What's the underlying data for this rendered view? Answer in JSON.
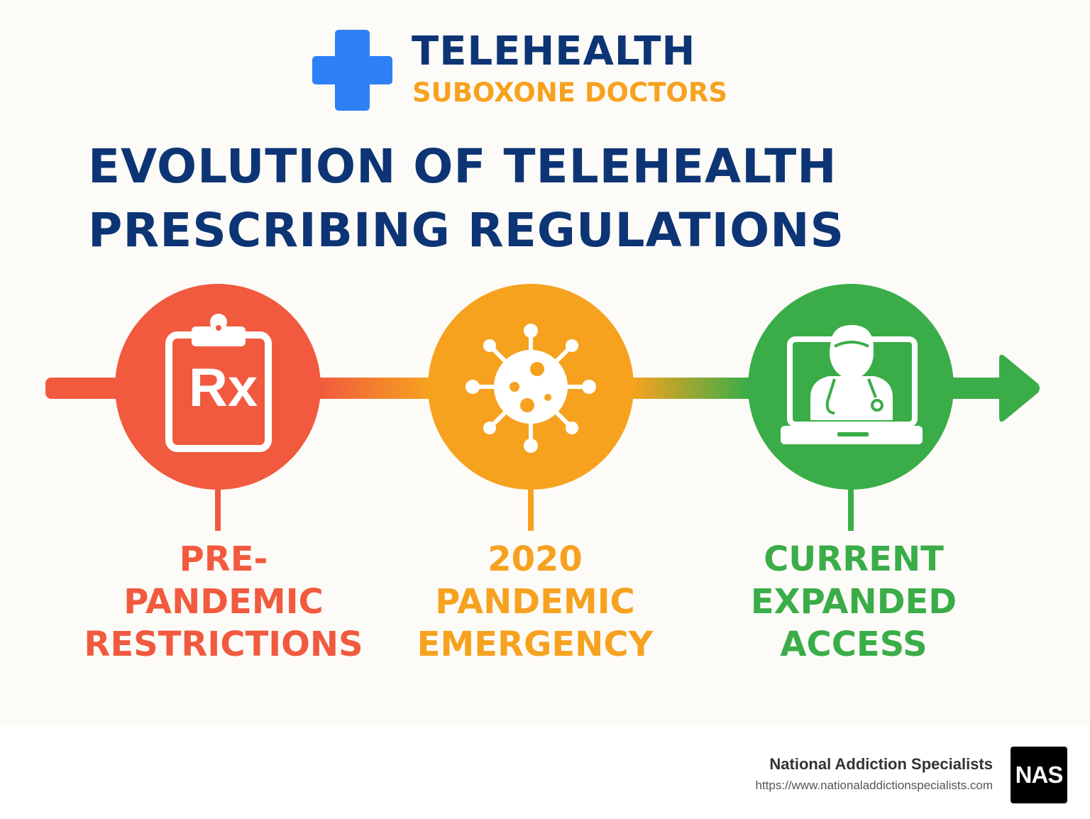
{
  "brand": {
    "title": "TELEHEALTH",
    "subtitle": "SUBOXONE DOCTORS",
    "cross_color": "#2f80f5"
  },
  "headline": {
    "line1": "EVOLUTION OF TELEHEALTH",
    "line2": "PRESCRIBING REGULATIONS"
  },
  "timeline": {
    "stages": [
      {
        "label_lines": [
          "PRE-",
          "PANDEMIC",
          "RESTRICTIONS"
        ],
        "icon": "prescription-clipboard-icon",
        "color": "#f15a3e"
      },
      {
        "label_lines": [
          "2020",
          "PANDEMIC",
          "EMERGENCY"
        ],
        "icon": "virus-icon",
        "color": "#f6a21f"
      },
      {
        "label_lines": [
          "CURRENT",
          "EXPANDED",
          "ACCESS"
        ],
        "icon": "doctor-laptop-icon",
        "color": "#3aad48"
      }
    ],
    "rx_text": "Rx"
  },
  "footer": {
    "org_name": "National Addiction Specialists",
    "url": "https://www.nationaladdictionspecialists.com",
    "badge": "NAS"
  }
}
